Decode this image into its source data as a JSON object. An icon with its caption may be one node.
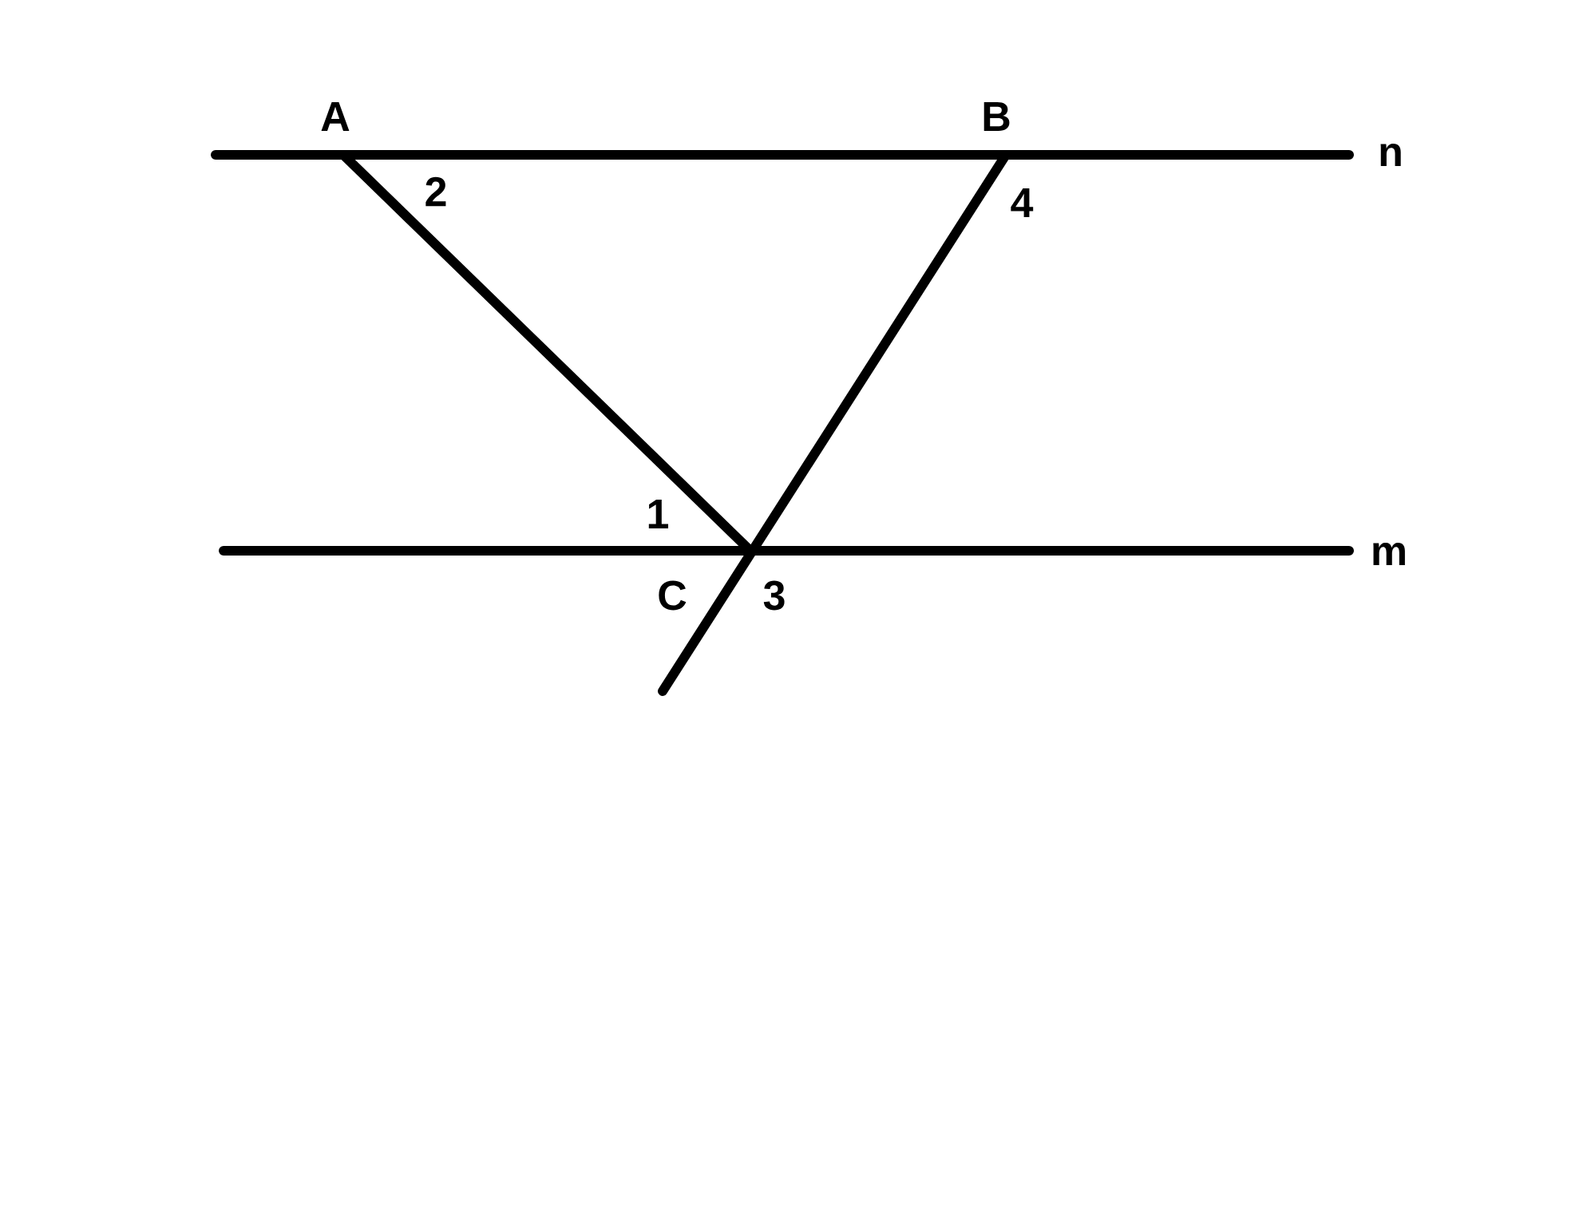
{
  "diagram": {
    "labels": [
      "A",
      "B",
      "n",
      "2",
      "4",
      "1",
      "m",
      "C",
      "3"
    ]
  }
}
